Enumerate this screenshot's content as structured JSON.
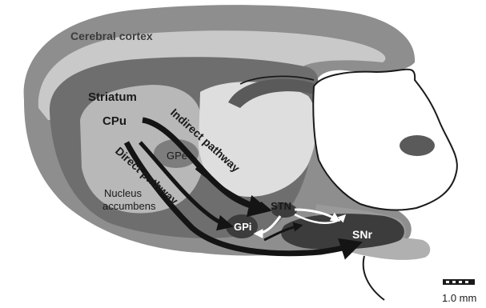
{
  "labels": {
    "cerebral_cortex": "Cerebral cortex",
    "striatum": "Striatum",
    "cpu": "CPu",
    "gpe": "GPe",
    "indirect_pathway": "Indirect pathway",
    "direct_pathway": "Direct pathway",
    "nucleus": "Nucleus",
    "accumbens": "accumbens",
    "stn": "STN",
    "gpi": "GPi",
    "snr": "SNr",
    "scale": "1.0 mm"
  },
  "colors": {
    "brain_outer": "#8e8e8e",
    "cortex_band": "#c9c9c9",
    "inner_region": "#6e6e6e",
    "striatum_fill": "#b8b8b8",
    "light_region": "#dedede",
    "gpe_fill": "#7d7d7d",
    "dark_nucleus": "#3c3c3c",
    "pathway_stroke": "#141414"
  }
}
